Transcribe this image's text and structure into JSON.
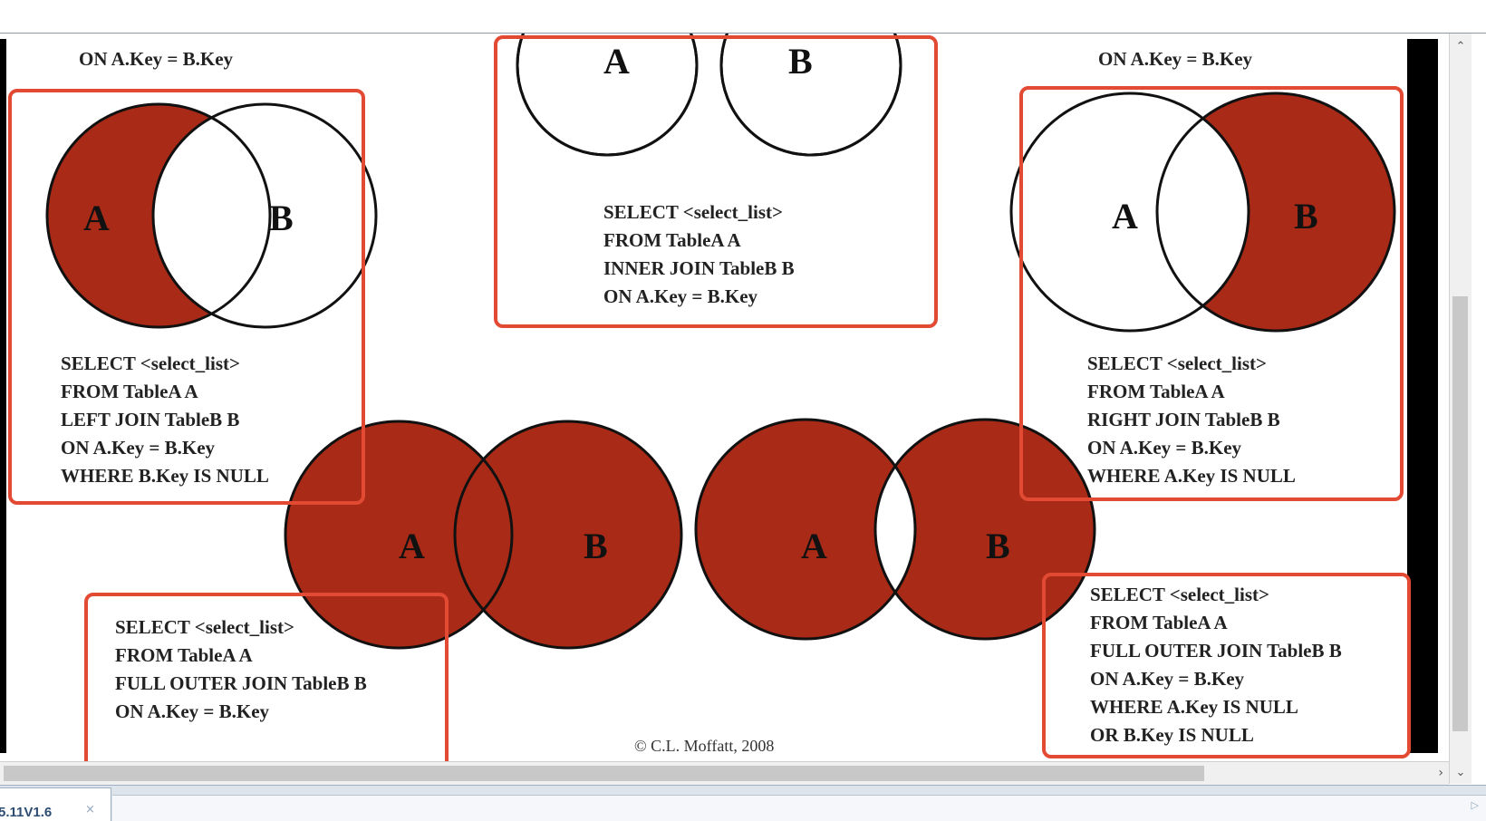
{
  "colors": {
    "fill": "#a92a17",
    "highlight": "#e24a33",
    "circle_stroke": "#111111"
  },
  "top_fragments": {
    "left": "ON A.Key = B.Key",
    "right": "ON A.Key = B.Key"
  },
  "diagrams": [
    {
      "id": "inner",
      "label_a": "A",
      "label_b": "B",
      "fill": "intersection",
      "sql": [
        "SELECT <select_list>",
        "FROM TableA A",
        "INNER JOIN TableB B",
        "ON A.Key = B.Key"
      ]
    },
    {
      "id": "left-only",
      "label_a": "A",
      "label_b": "B",
      "fill": "a-only",
      "sql": [
        "SELECT <select_list>",
        "FROM TableA A",
        "LEFT JOIN TableB B",
        "ON A.Key = B.Key",
        "WHERE B.Key IS NULL"
      ]
    },
    {
      "id": "right-only",
      "label_a": "A",
      "label_b": "B",
      "fill": "b-only",
      "sql": [
        "SELECT <select_list>",
        "FROM TableA A",
        "RIGHT JOIN TableB B",
        "ON A.Key = B.Key",
        "WHERE A.Key IS NULL"
      ]
    },
    {
      "id": "full-outer",
      "label_a": "A",
      "label_b": "B",
      "fill": "all",
      "sql": [
        "SELECT <select_list>",
        "FROM TableA A",
        "FULL OUTER JOIN TableB B",
        "ON A.Key = B.Key"
      ]
    },
    {
      "id": "full-outer-exclusive",
      "label_a": "A",
      "label_b": "B",
      "fill": "symmetric-difference",
      "sql": [
        "SELECT <select_list>",
        "FROM TableA A",
        "FULL OUTER JOIN TableB B",
        "ON A.Key = B.Key",
        "WHERE A.Key IS NULL",
        "OR B.Key IS NULL"
      ]
    }
  ],
  "credit": "© C.L. Moffatt, 2008",
  "scrollbar": {
    "up": "⌃",
    "down": "⌄",
    "right": "›"
  },
  "tab": {
    "label": "5.11V1.6",
    "close": "×",
    "right_arrow": "▷"
  }
}
